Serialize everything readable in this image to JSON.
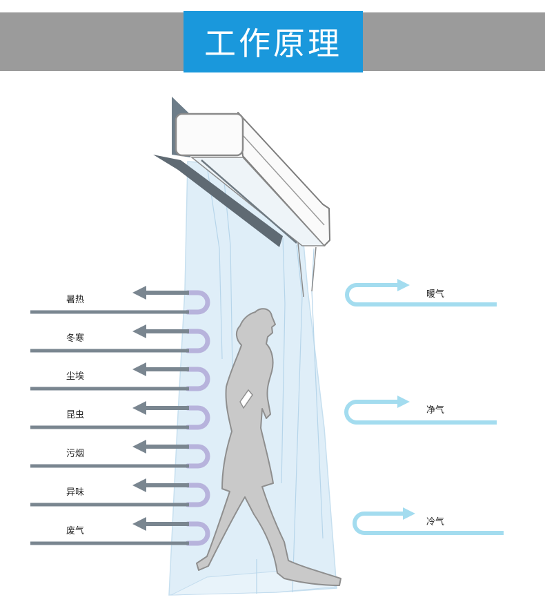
{
  "header": {
    "title": "工作原理"
  },
  "diagram": {
    "outside_labels": [
      "暑热",
      "冬寒",
      "尘埃",
      "昆虫",
      "污烟",
      "异味",
      "废气"
    ],
    "inside_labels": [
      "暖气",
      "净气",
      "冷气"
    ]
  },
  "colors": {
    "header_bar": "#9b9b9b",
    "title_box": "#1a98dc",
    "blocked_arrow": "#7a8690",
    "turn_curve": "#b7b3dc",
    "inside_arrow": "#a3dcef",
    "air_curtain": "#d8ebf7"
  }
}
